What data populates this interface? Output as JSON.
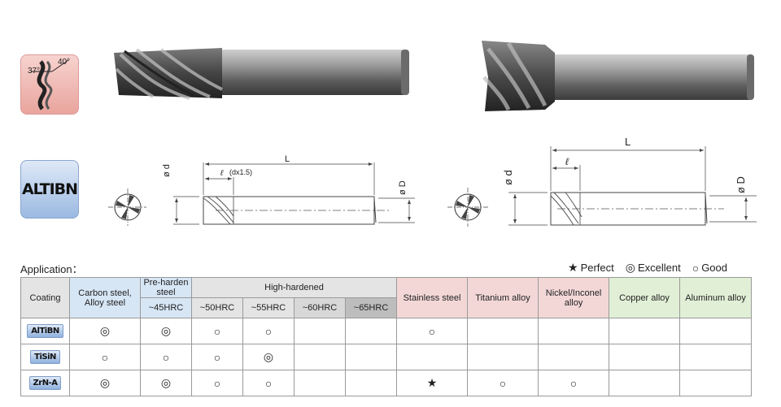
{
  "badges": {
    "angle_left": "37°",
    "angle_right": "40°",
    "coating_name": "ALTIBN"
  },
  "drawing_left": {
    "L": "L",
    "flute_length": "(dx1.5)",
    "d": "ø d",
    "D": "ø D"
  },
  "drawing_right": {
    "L": "L",
    "d": "ø d",
    "D": "ø D"
  },
  "application": {
    "label": "Application：",
    "legend": {
      "perfect": "Perfect",
      "excellent": "Excellent",
      "good": "Good",
      "perfect_symbol": "★",
      "excellent_symbol": "◎",
      "good_symbol": "○"
    }
  },
  "table": {
    "coating_header": "Coating",
    "carbon": "Carbon steel, Alloy steel",
    "preharden": "Pre-harden steel",
    "preharden_sub": "~45HRC",
    "high_hardened": "High-hardened",
    "hh_sub": [
      "~50HRC",
      "~55HRC",
      "~60HRC",
      "~65HRC"
    ],
    "stainless": "Stainless steel",
    "titanium": "Titanium alloy",
    "nickel": "Nickel/Inconel alloy",
    "copper": "Copper alloy",
    "aluminum": "Aluminum alloy",
    "rows": [
      {
        "coating": "AlTiBN",
        "cells": [
          "◎",
          "◎",
          "○",
          "○",
          "",
          "",
          "○",
          "",
          "",
          "",
          ""
        ]
      },
      {
        "coating": "TiSiN",
        "cells": [
          "○",
          "○",
          "○",
          "◎",
          "",
          "",
          "",
          "",
          "",
          "",
          ""
        ]
      },
      {
        "coating": "ZrN-A",
        "cells": [
          "◎",
          "◎",
          "○",
          "○",
          "",
          "",
          "★",
          "○",
          "○",
          "",
          ""
        ]
      }
    ]
  },
  "colors": {
    "angle_badge": "#e9a49d",
    "coating_badge": "#9bb9e2",
    "header_blue": "#d7e6f5",
    "header_pink": "#f3d7d7",
    "header_green": "#e1efd6"
  }
}
